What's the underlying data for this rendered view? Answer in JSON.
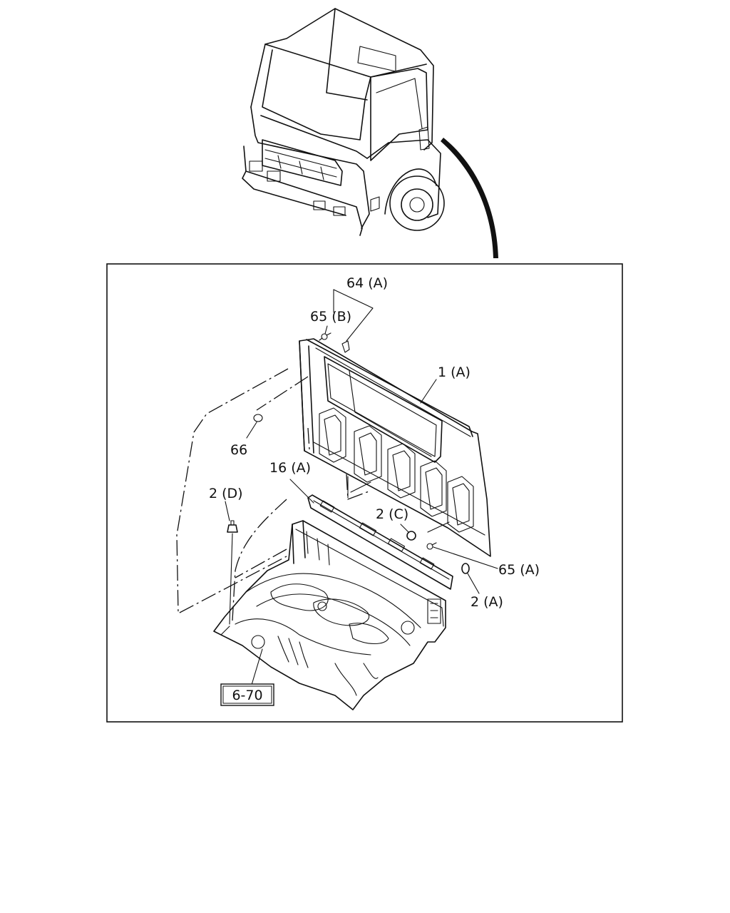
{
  "labels": {
    "part_64A": "64 (A)",
    "part_65B": "65 (B)",
    "part_1A": "1 (A)",
    "part_66": "66",
    "part_16A": "16 (A)",
    "part_2D": "2 (D)",
    "part_2C": "2 (C)",
    "part_65A": "65 (A)",
    "part_2A": "2 (A)",
    "ref_6_70": "6-70"
  }
}
